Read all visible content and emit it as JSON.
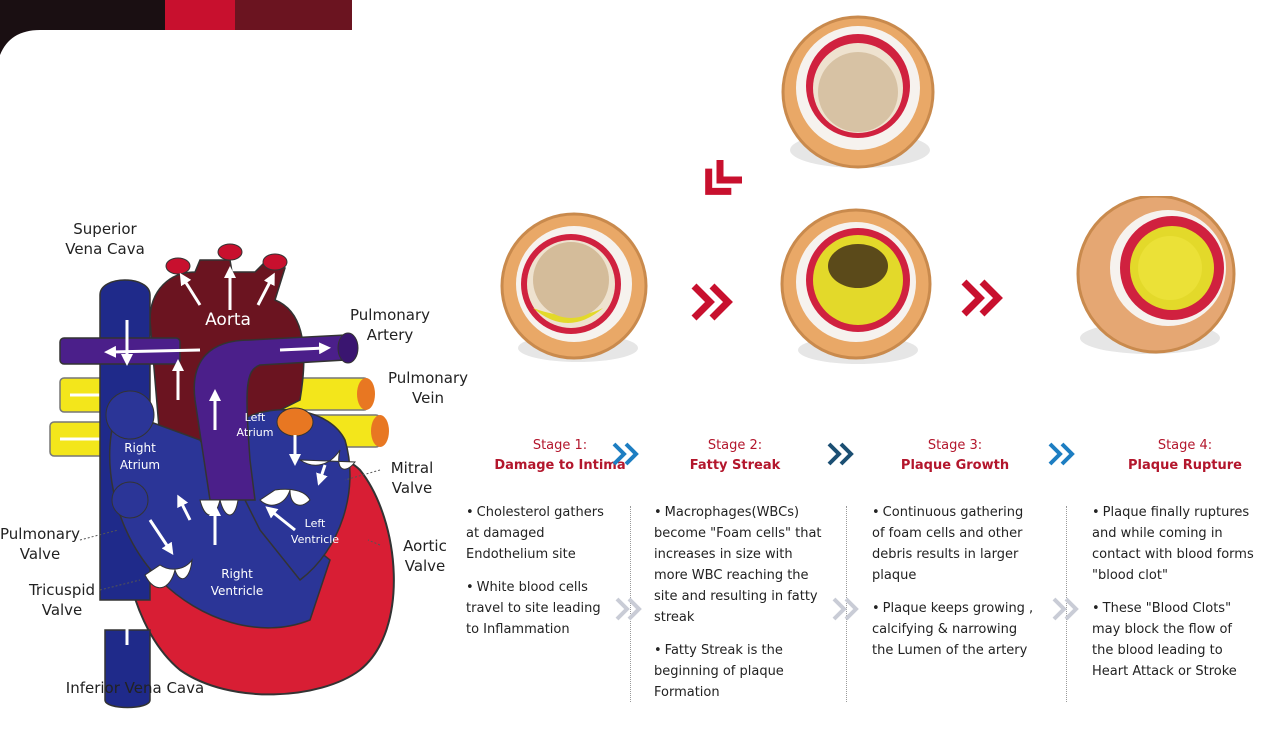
{
  "heart": {
    "labels": {
      "superior_vena_cava": [
        "Superior",
        "Vena Cava"
      ],
      "aorta": "Aorta",
      "pulmonary_artery": [
        "Pulmonary",
        "Artery"
      ],
      "pulmonary_vein": [
        "Pulmonary",
        "Vein"
      ],
      "left_atrium": [
        "Left",
        "Atrium"
      ],
      "right_atrium": [
        "Right",
        "Atrium"
      ],
      "mitral_valve": [
        "Mitral",
        "Valve"
      ],
      "left_ventricle": [
        "Left",
        "Ventricle"
      ],
      "aortic_valve": [
        "Aortic",
        "Valve"
      ],
      "pulmonary_valve": [
        "Pulmonary",
        "Valve"
      ],
      "right_ventricle": [
        "Right",
        "Ventricle"
      ],
      "tricuspid_valve": [
        "Tricuspid",
        "Valve"
      ],
      "inferior_vena_cava": "Inferior Vena Cava"
    }
  },
  "stages": [
    {
      "number": "Stage 1:",
      "name": "Damage to Intima",
      "points": [
        "Cholesterol gathers at damaged Endothelium site",
        "White blood cells travel to site leading to Inflammation"
      ]
    },
    {
      "number": "Stage 2:",
      "name": "Fatty Streak",
      "points": [
        "Macrophages(WBCs) become \"Foam cells\" that increases in size with more WBC reaching the site and resulting in fatty streak",
        "Fatty Streak is the beginning of plaque Formation"
      ]
    },
    {
      "number": "Stage 3:",
      "name": "Plaque Growth",
      "points": [
        "Continuous gathering of foam cells and other debris results in larger plaque",
        "Plaque keeps growing , calcifying & narrowing the Lumen of the artery"
      ]
    },
    {
      "number": "Stage 4:",
      "name": "Plaque Rupture",
      "points": [
        "Plaque finally ruptures and while coming in contact with blood forms \"blood clot\"",
        "These \"Blood Clots\" may block the flow of the blood leading to Heart Attack or Stroke"
      ]
    }
  ],
  "colors": {
    "accent_red": "#c8102e",
    "dark_red": "#6b1420",
    "vein_blue": "#1f2a8a",
    "artery_purple": "#4b1f8a",
    "vein_yellow": "#f3e61b",
    "lesion_yellow": "#e3d92a",
    "arrow_blue": "#1d7ec2"
  }
}
